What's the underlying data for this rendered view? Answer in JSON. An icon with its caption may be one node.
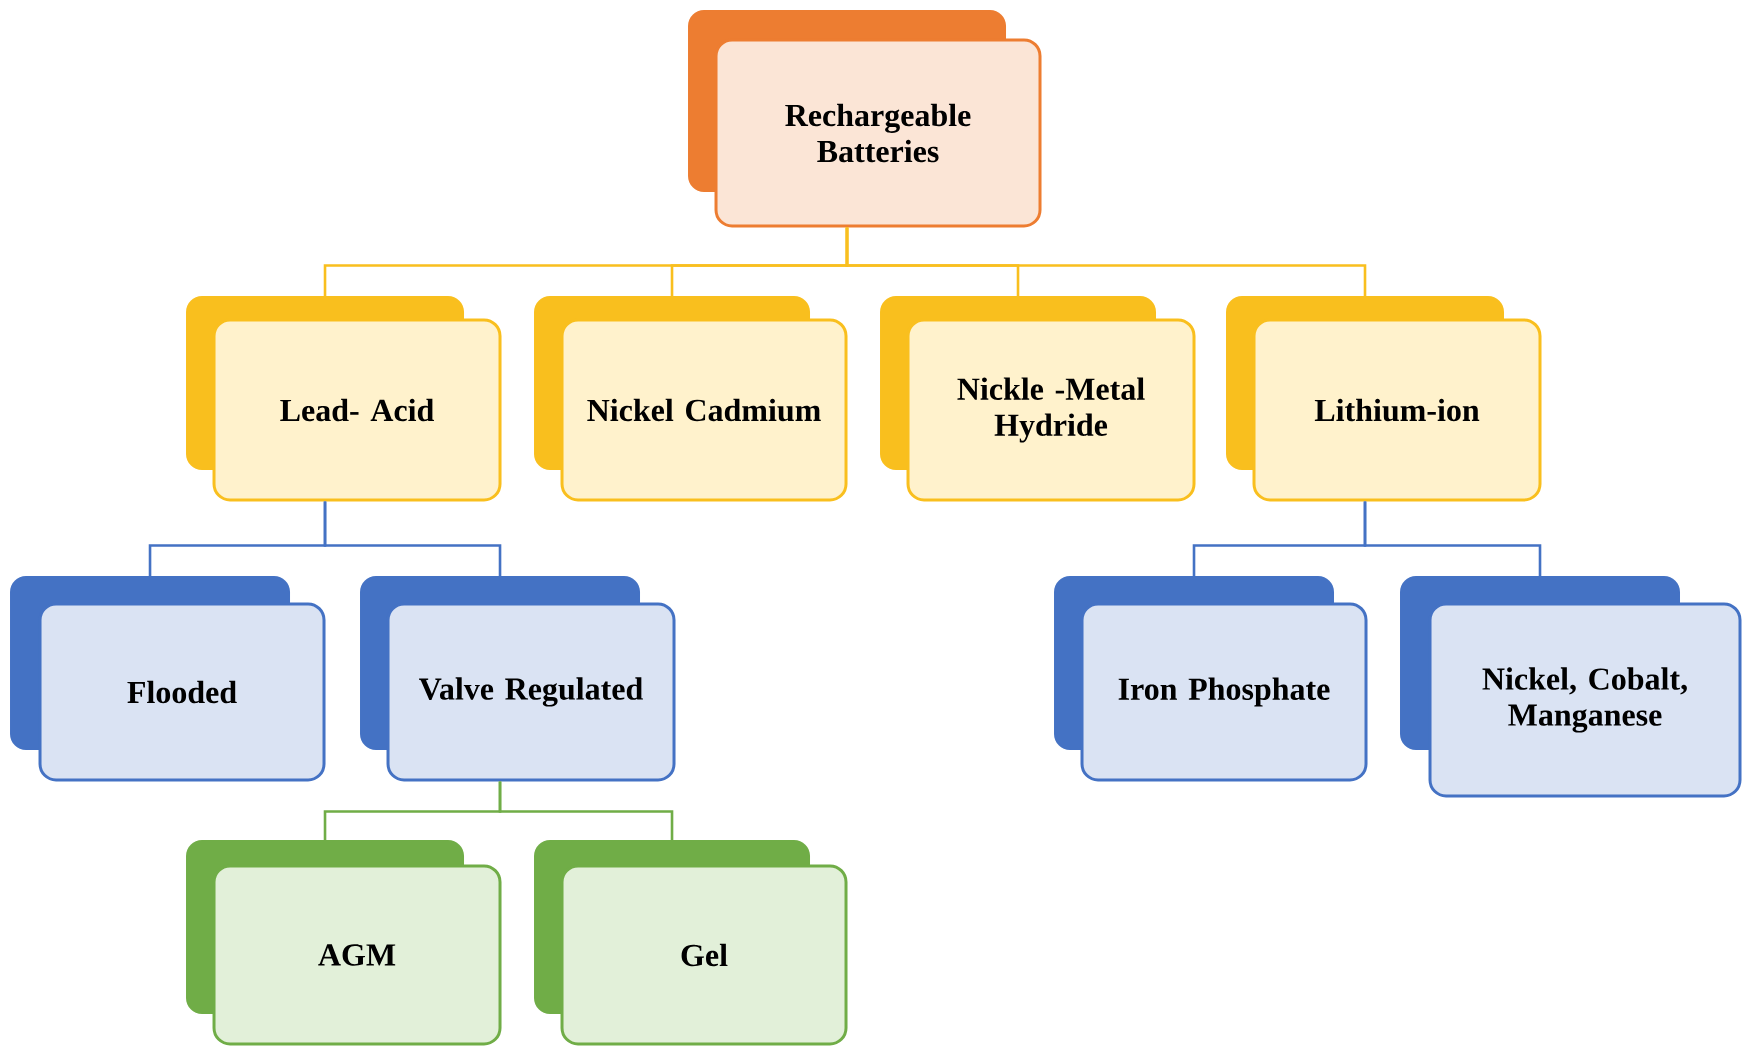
{
  "diagram": {
    "nodes": [
      {
        "text": [
          "Rechargeable Batteries"
        ]
      },
      {
        "text": [
          "Lead- Acid"
        ]
      },
      {
        "text": [
          "Nickel Cadmium"
        ]
      },
      {
        "text": [
          "Nickle -Metal Hydride"
        ]
      },
      {
        "text": [
          "Lithium-ion"
        ]
      },
      {
        "text": [
          "Flooded"
        ]
      },
      {
        "text": [
          "Valve Regulated"
        ]
      },
      {
        "text": [
          "Iron Phosphate"
        ]
      },
      {
        "text": [
          "Nickel, Cobalt, Manganese"
        ]
      },
      {
        "text": [
          "AGM"
        ]
      },
      {
        "text": [
          "Gel"
        ]
      }
    ],
    "edges": [
      {
        "from": 0,
        "to": 1,
        "arrow": "none",
        "color": "#f9bf1e"
      },
      {
        "from": 0,
        "to": 2,
        "arrow": "none",
        "color": "#f9bf1e"
      },
      {
        "from": 0,
        "to": 3,
        "arrow": "none",
        "color": "#f9bf1e"
      },
      {
        "from": 0,
        "to": 4,
        "arrow": "none",
        "color": "#f9bf1e"
      },
      {
        "from": 1,
        "to": 5,
        "arrow": "none",
        "color": "#4472c4"
      },
      {
        "from": 1,
        "to": 6,
        "arrow": "none",
        "color": "#4472c4"
      },
      {
        "from": 4,
        "to": 7,
        "arrow": "none",
        "color": "#4472c4"
      },
      {
        "from": 4,
        "to": 8,
        "arrow": "none",
        "color": "#4472c4"
      },
      {
        "from": 6,
        "to": 9,
        "arrow": "none",
        "color": "#70ad47"
      },
      {
        "from": 6,
        "to": 10,
        "arrow": "none",
        "color": "#70ad47"
      }
    ]
  }
}
